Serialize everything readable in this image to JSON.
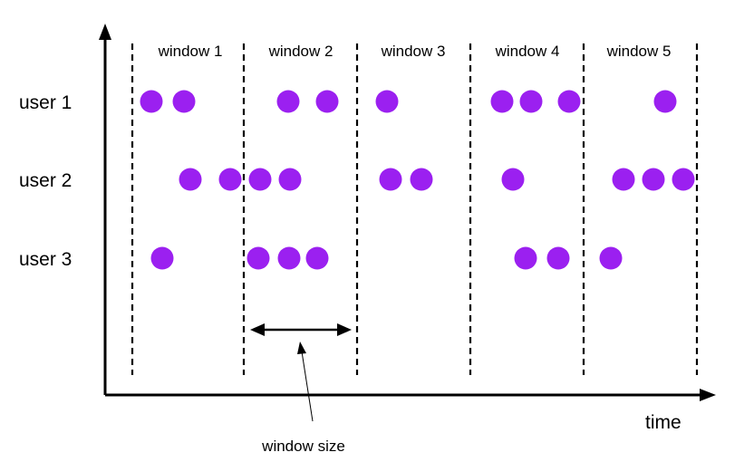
{
  "window_labels": [
    "window 1",
    "window 2",
    "window 3",
    "window 4",
    "window 5"
  ],
  "user_labels": [
    "user 1",
    "user 2",
    "user 3"
  ],
  "time_label": "time",
  "window_size_label": "window size",
  "colors": {
    "dot": "#9b20f0",
    "line": "#000000",
    "background": "#ffffff"
  }
}
